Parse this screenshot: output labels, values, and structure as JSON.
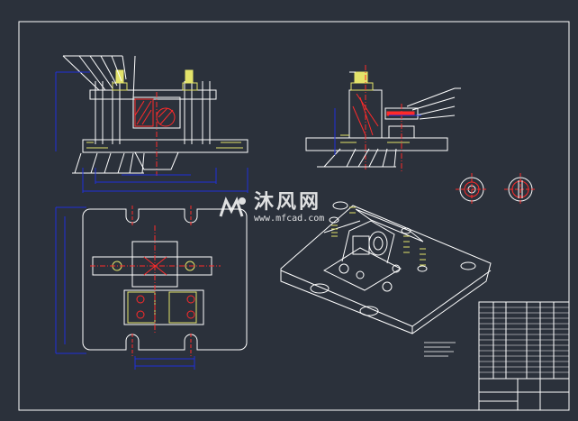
{
  "drawing": {
    "background": "#2b313b",
    "line_color": "#ffffff",
    "dim_color": "#1f2fd8",
    "center_color": "#ff2a2a",
    "accent_yellow": "#e3e36a"
  },
  "watermark": {
    "title": "沐风网",
    "url": "www.mfcad.com"
  },
  "views": [
    {
      "name": "front-section-view"
    },
    {
      "name": "side-section-view"
    },
    {
      "name": "top-plan-view"
    },
    {
      "name": "isometric-view"
    },
    {
      "name": "detail-circles"
    }
  ],
  "title_block": {
    "rows": 14
  }
}
